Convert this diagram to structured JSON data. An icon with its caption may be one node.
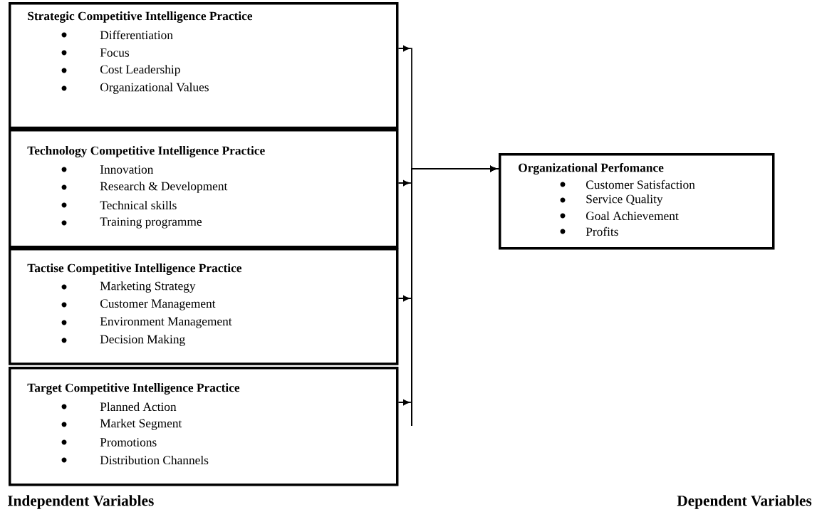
{
  "diagram": {
    "nodes": [
      {
        "text": [
          "Strategic Competitive Intelligence Practice",
          "Differentiation",
          "Focus",
          "Cost Leadership",
          "Organizational Values"
        ]
      },
      {
        "text": [
          "Technology Competitive Intelligence Practice",
          "Innovation",
          "Research & Development",
          "Technical skills",
          "Training programme"
        ]
      },
      {
        "text": [
          "Tactise Competitive Intelligence Practice",
          "Marketing Strategy",
          "Customer Management",
          "Environment Management",
          "Decision Making"
        ]
      },
      {
        "text": [
          "Target Competitive Intelligence Practice",
          "Planned Action",
          "Market Segment",
          "Promotions",
          "Distribution Channels"
        ]
      },
      {
        "text": [
          "Organizational Perfomance",
          "Customer Satisfaction",
          "Service Quality",
          "Goal Achievement",
          "Profits"
        ]
      }
    ],
    "edges": [
      {
        "from": 0,
        "to": 4,
        "arrow": "to"
      },
      {
        "from": 1,
        "to": 4,
        "arrow": "to"
      },
      {
        "from": 2,
        "to": 4,
        "arrow": "to"
      },
      {
        "from": 3,
        "to": 4,
        "arrow": "to"
      }
    ],
    "labels": [
      "Independent Variables",
      "Dependent Variables"
    ]
  }
}
